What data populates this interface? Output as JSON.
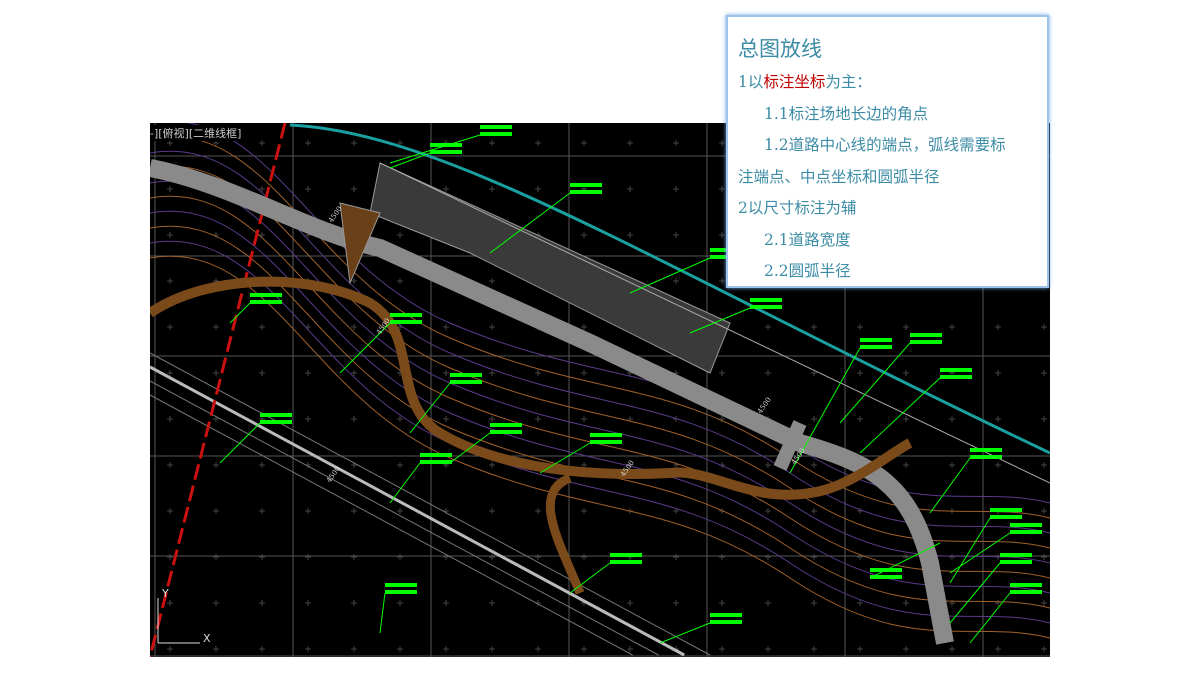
{
  "cad": {
    "viewport_label": "-][俯视][二维线框]",
    "axis_labels": {
      "y": "Y",
      "x": "X"
    },
    "colors": {
      "background": "#000000",
      "leader": "#00ff00",
      "road": "#8a8a8a",
      "path": "#7a4a1a",
      "axis_line": "#cc1111",
      "river": "#1aa0a0"
    },
    "dimension_labels": [
      "4500",
      "4500",
      "4500",
      "4500",
      "4500",
      "4500"
    ]
  },
  "notes": {
    "title": "总图放线",
    "item1_prefix": "1以",
    "item1_highlight": "标注坐标",
    "item1_suffix": "为主：",
    "item1_1": "1.1标注场地长边的角点",
    "item1_2a": "1.2道路中心线的端点，弧线需要标",
    "item1_2b": "注端点、中点坐标和圆弧半径",
    "item2": "2以尺寸标注为辅",
    "item2_1": "2.1道路宽度",
    "item2_2": "2.2圆弧半径",
    "highlight_color": "#c00000",
    "text_color": "#3c8ca6"
  }
}
